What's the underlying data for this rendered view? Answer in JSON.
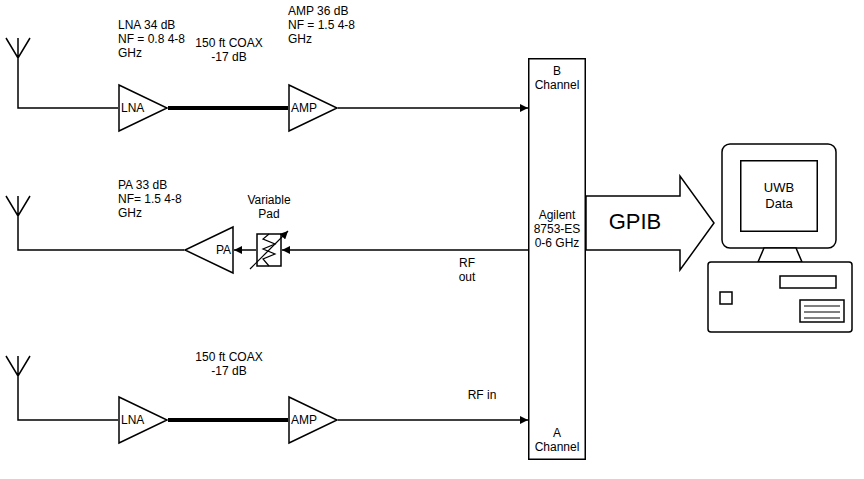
{
  "diagram": {
    "nodes": [
      {
        "text": [
          "LNA 34 dB NF = 0.8 4-8 GHz",
          "LNA"
        ]
      },
      {
        "text": [
          "AMP 36 dB NF = 1.5 4-8 GHz",
          "AMP"
        ]
      },
      {
        "text": [
          "B Channel",
          "Agilent 8753-ES 0-6 GHz",
          "A Channel"
        ]
      },
      {
        "text": [
          "PA 33 dB NF= 1.5 4-8 GHz",
          "PA"
        ]
      },
      {
        "text": [
          "Variable Pad"
        ]
      },
      {
        "text": [
          "UWB Data"
        ]
      },
      {
        "text": [
          "LNA"
        ]
      },
      {
        "text": [
          "AMP"
        ]
      }
    ],
    "edges": [
      {
        "from": 0,
        "to": 1,
        "label": "150 ft COAX -17 dB",
        "arrow": "none"
      },
      {
        "from": 1,
        "to": 2,
        "arrow": "to"
      },
      {
        "from": 2,
        "to": 4,
        "label": "RF out",
        "arrow": "to"
      },
      {
        "from": 4,
        "to": 3,
        "arrow": "to"
      },
      {
        "from": 6,
        "to": 7,
        "label": "150 ft COAX -17 dB",
        "arrow": "none"
      },
      {
        "from": 7,
        "to": 2,
        "label": "RF in",
        "arrow": "to"
      }
    ],
    "labels": [
      "GPIB"
    ]
  }
}
